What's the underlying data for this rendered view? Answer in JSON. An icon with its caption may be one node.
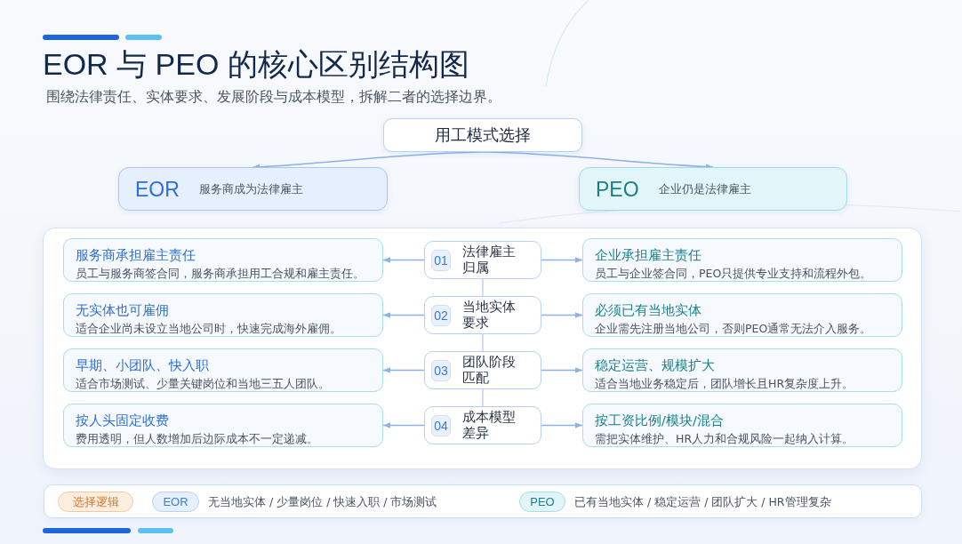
{
  "diagram": {
    "title": "EOR 与 PEO 的核心区别结构图",
    "nodes": [
      {
        "text": [
          "用工模式选择"
        ]
      },
      {
        "text": [
          "EOR",
          "服务商成为法律雇主"
        ]
      },
      {
        "text": [
          "PEO",
          "企业仍是法律雇主"
        ]
      },
      {
        "text": [],
        "shape": "box"
      },
      {
        "text": [
          "服务商承担雇主责任",
          "员工与服务商签合同，服务商承担用工合规和雇主责任。"
        ],
        "in": 3
      },
      {
        "text": [
          "01",
          "法律雇主归属"
        ],
        "in": 3
      },
      {
        "text": [
          "企业承担雇主责任",
          "员工与企业签合同，PEO只提供专业支持和流程外包。"
        ],
        "in": 3
      },
      {
        "text": [
          "无实体也可雇佣",
          "适合企业尚未设立当地公司时，快速完成海外雇佣。"
        ],
        "in": 3
      },
      {
        "text": [
          "02",
          "当地实体要求"
        ],
        "in": 3
      },
      {
        "text": [
          "必须已有当地实体",
          "企业需先注册当地公司，否则PEO通常无法介入服务。"
        ],
        "in": 3
      },
      {
        "text": [
          "早期、小团队、快入职",
          "适合市场测试、少量关键岗位和当地三五人团队。"
        ],
        "in": 3
      },
      {
        "text": [
          "03",
          "团队阶段匹配"
        ],
        "in": 3
      },
      {
        "text": [
          "稳定运营、规模扩大",
          "适合当地业务稳定后，团队增长且HR复杂度上升。"
        ],
        "in": 3
      },
      {
        "text": [
          "按人头固定收费",
          "费用透明，但人数增加后边际成本不一定递减。"
        ],
        "in": 3
      },
      {
        "text": [
          "04",
          "成本模型差异"
        ],
        "in": 3
      },
      {
        "text": [
          "按工资比例/模块/混合",
          "需把实体维护、HR人力和合规风险一起纳入计算。"
        ],
        "in": 3
      },
      {
        "text": [],
        "shape": "box"
      },
      {
        "text": [
          "选择逻辑"
        ],
        "in": 16
      },
      {
        "text": [
          "EOR"
        ],
        "in": 16,
        "beside": [
          "无当地实体 / 少量岗位 / 快速入职 / 市场测试"
        ]
      },
      {
        "text": [
          "PEO"
        ],
        "in": 16,
        "beside": [
          "已有当地实体 / 稳定运营 / 团队扩大 / HR管理复杂"
        ]
      }
    ],
    "edges": [
      {
        "from": 0,
        "to": 1,
        "arrow": "to"
      },
      {
        "from": 0,
        "to": 2,
        "arrow": "to"
      },
      {
        "from": 5,
        "to": 4,
        "arrow": "to"
      },
      {
        "from": 5,
        "to": 6,
        "arrow": "to"
      },
      {
        "from": 8,
        "to": 7,
        "arrow": "to"
      },
      {
        "from": 8,
        "to": 9,
        "arrow": "to"
      },
      {
        "from": 11,
        "to": 10,
        "arrow": "to"
      },
      {
        "from": 11,
        "to": 12,
        "arrow": "to"
      },
      {
        "from": 14,
        "to": 13,
        "arrow": "to"
      },
      {
        "from": 14,
        "to": 15,
        "arrow": "to"
      },
      {
        "from": 5,
        "to": 8,
        "arrow": "none",
        "color": "#c3d6f2"
      },
      {
        "from": 8,
        "to": 11,
        "arrow": "none",
        "color": "#c3d6f2"
      },
      {
        "from": 11,
        "to": 14,
        "arrow": "none",
        "color": "#c3d6f2"
      }
    ],
    "labels": [
      "围绕法律责任、实体要求、发展阶段与成本模型，拆解二者的选择边界。"
    ]
  }
}
